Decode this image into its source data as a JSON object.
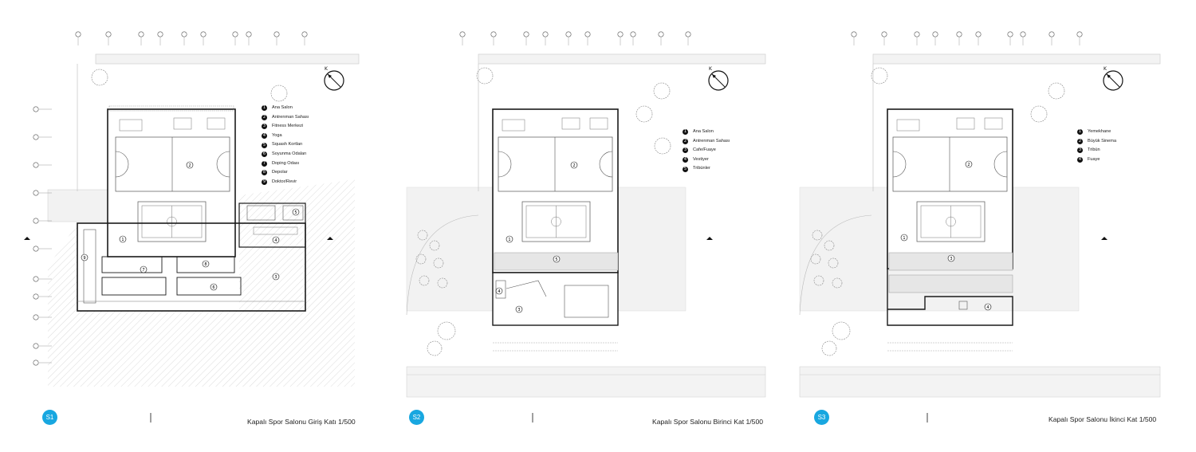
{
  "colors": {
    "accent": "#18a7e0",
    "line": "#1a1a1a",
    "light": "#b9b9b9",
    "ground": "#f1f1f1"
  },
  "sheets": [
    {
      "badge": "S1",
      "title": "Kapalı Spor Salonu Giriş Katı 1/500",
      "legend": [
        {
          "n": "1",
          "label": "Ana Salon"
        },
        {
          "n": "2",
          "label": "Antrenman Sahası"
        },
        {
          "n": "3",
          "label": "Fitness Merkezi"
        },
        {
          "n": "4",
          "label": "Yoga"
        },
        {
          "n": "5",
          "label": "Squash Kortları"
        },
        {
          "n": "6",
          "label": "Soyunma Odaları"
        },
        {
          "n": "7",
          "label": "Doping Odası"
        },
        {
          "n": "8",
          "label": "Depolar"
        },
        {
          "n": "9",
          "label": "Doktor/Revir"
        }
      ],
      "plan_labels": [
        "1",
        "2",
        "3",
        "4",
        "5",
        "6",
        "7",
        "8",
        "9"
      ]
    },
    {
      "badge": "S2",
      "title": "Kapalı Spor Salonu Birinci Kat 1/500",
      "legend": [
        {
          "n": "1",
          "label": "Ana Salon"
        },
        {
          "n": "2",
          "label": "Antrenman Sahası"
        },
        {
          "n": "3",
          "label": "Cafe/Fuaye"
        },
        {
          "n": "4",
          "label": "Vestiyer"
        },
        {
          "n": "5",
          "label": "Tribünler"
        }
      ],
      "plan_labels": [
        "1",
        "2",
        "3",
        "4",
        "5"
      ]
    },
    {
      "badge": "S3",
      "title": "Kapalı Spor Salonu İkinci Kat 1/500",
      "legend": [
        {
          "n": "1",
          "label": "Yemekhane"
        },
        {
          "n": "2",
          "label": "Büyük Sinema"
        },
        {
          "n": "3",
          "label": "Tribün"
        },
        {
          "n": "4",
          "label": "Fuaye"
        }
      ],
      "plan_labels": [
        "1",
        "2",
        "3",
        "4"
      ]
    }
  ]
}
